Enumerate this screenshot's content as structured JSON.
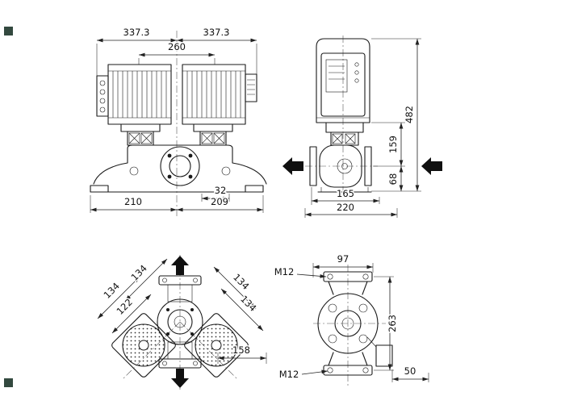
{
  "front_view": {
    "dim_left_overall": "337.3",
    "dim_right_overall": "337.3",
    "dim_port_span": "260",
    "dim_offset": "32",
    "dim_base_left": "210",
    "dim_base_right": "209"
  },
  "side_view": {
    "dim_total_height": "482",
    "dim_mid_height": "159",
    "dim_port_height": "68",
    "dim_inner_depth": "165",
    "dim_total_depth": "220"
  },
  "top_view": {
    "dim_width_outer_left": "134",
    "dim_width_left": "134",
    "dim_width_inner": "122",
    "dim_width_right_upper": "134",
    "dim_width_right_lower": "134",
    "dim_foot_span": "158"
  },
  "flange_view": {
    "dim_top_width": "97",
    "thread_top": "M12",
    "dim_port_distance": "263",
    "thread_bottom": "M12",
    "dim_foot_offset": "50"
  },
  "colors": {
    "ink": "#1a1a1a",
    "corner_mark": "#33493f"
  }
}
